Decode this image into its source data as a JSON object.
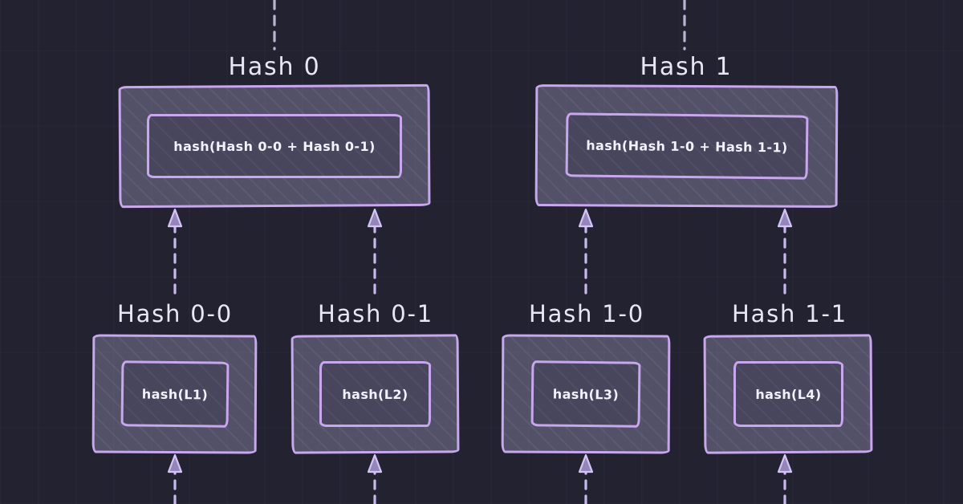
{
  "diagram": {
    "type": "merkle-tree",
    "nodes": [
      {
        "id": "hash-0",
        "title": "Hash 0",
        "formula": "hash(Hash 0-0 + Hash 0-1)"
      },
      {
        "id": "hash-1",
        "title": "Hash 1",
        "formula": "hash(Hash 1-0 + Hash 1-1)"
      },
      {
        "id": "hash-0-0",
        "title": "Hash 0-0",
        "formula": "hash(L1)"
      },
      {
        "id": "hash-0-1",
        "title": "Hash 0-1",
        "formula": "hash(L2)"
      },
      {
        "id": "hash-1-0",
        "title": "Hash 1-0",
        "formula": "hash(L3)"
      },
      {
        "id": "hash-1-1",
        "title": "Hash 1-1",
        "formula": "hash(L4)"
      }
    ],
    "edges": [
      {
        "from": "hash-0-0",
        "to": "hash-0",
        "style": "dashed-arrow"
      },
      {
        "from": "hash-0-1",
        "to": "hash-0",
        "style": "dashed-arrow"
      },
      {
        "from": "hash-1-0",
        "to": "hash-1",
        "style": "dashed-arrow"
      },
      {
        "from": "hash-1-1",
        "to": "hash-1",
        "style": "dashed-arrow"
      },
      {
        "from": "below-canvas",
        "to": "hash-0-0",
        "style": "dashed-arrow"
      },
      {
        "from": "below-canvas",
        "to": "hash-0-1",
        "style": "dashed-arrow"
      },
      {
        "from": "below-canvas",
        "to": "hash-1-0",
        "style": "dashed-arrow"
      },
      {
        "from": "below-canvas",
        "to": "hash-1-1",
        "style": "dashed-arrow"
      },
      {
        "from": "hash-0",
        "to": "above-canvas",
        "style": "dashed-line"
      },
      {
        "from": "hash-1",
        "to": "above-canvas",
        "style": "dashed-line"
      }
    ],
    "colors": {
      "background": "#232231",
      "box_border": "#c9a7ee",
      "box_fill_outer": "#5d5c73",
      "box_fill_inner": "#47465c",
      "arrow": "#c9b8ee",
      "top_dash": "#b9b4d2",
      "title_text": "#e9e7f4",
      "formula_text": "#f3f1fb"
    }
  }
}
